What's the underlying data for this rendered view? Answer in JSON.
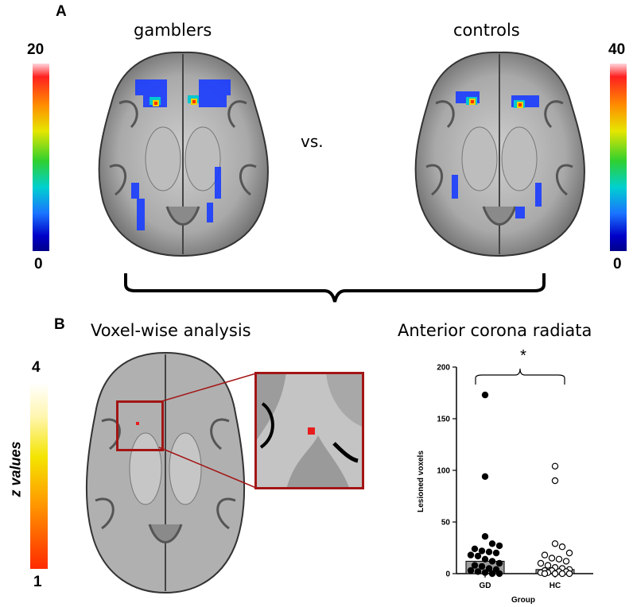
{
  "panel_a": {
    "letter": "A",
    "left_title": "gamblers",
    "right_title": "controls",
    "vs_text": "vs.",
    "left_colorbar": {
      "max": "20",
      "min": "0"
    },
    "right_colorbar": {
      "max": "40",
      "min": "0"
    }
  },
  "panel_b": {
    "letter": "B",
    "left_title": "Voxel-wise analysis",
    "right_title": "Anterior corona radiata",
    "colorbar": {
      "label": "z values",
      "max": "4",
      "min": "1"
    }
  },
  "colors": {
    "inset_frame": "#a31515",
    "voxel": "#e81c1c",
    "brain_gray": "#9a9a9a"
  },
  "chart_data": {
    "type": "scatter",
    "title": "",
    "xlabel": "Group",
    "ylabel": "Lesioned voxels",
    "categories": [
      "GD",
      "HC"
    ],
    "ylim": [
      0,
      200
    ],
    "yticks": [
      "0",
      "50",
      "100",
      "150",
      "200"
    ],
    "significance": "*",
    "series": [
      {
        "name": "GD",
        "marker": "filled",
        "median": 12,
        "values": [
          173,
          94,
          36,
          29,
          27,
          24,
          22,
          21,
          20,
          18,
          17,
          14,
          12,
          10,
          8,
          7,
          5,
          4,
          3,
          2,
          1,
          0,
          0
        ]
      },
      {
        "name": "HC",
        "marker": "open",
        "median": 4,
        "values": [
          104,
          90,
          29,
          26,
          20,
          18,
          15,
          14,
          12,
          10,
          8,
          6,
          5,
          4,
          3,
          3,
          2,
          2,
          1,
          1,
          0,
          0,
          0,
          0
        ]
      }
    ]
  }
}
